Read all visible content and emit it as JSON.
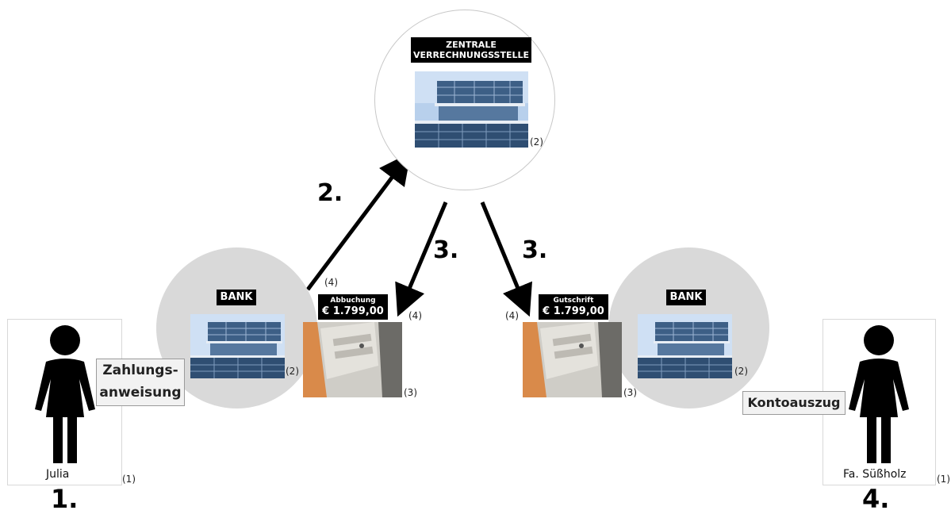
{
  "central": {
    "title": "ZENTRALE\nVERRECHNUNGSSTELLE",
    "ref": "(2)"
  },
  "left_bank": {
    "title": "BANK",
    "ref": "(2)",
    "computer_ref": "(3)",
    "flow_ref": "(4)"
  },
  "right_bank": {
    "title": "BANK",
    "ref": "(2)",
    "computer_ref": "(3)",
    "flow_ref": "(4)"
  },
  "debit": {
    "label": "Abbuchung",
    "amount": "€ 1.799,00",
    "ref": "(4)"
  },
  "credit": {
    "label": "Gutschrift",
    "amount": "€ 1.799,00",
    "ref": "(4)"
  },
  "payer": {
    "name": "Julia",
    "ref": "(1)"
  },
  "payee": {
    "name": "Fa. Süßholz",
    "ref": "(1)"
  },
  "payment_order": {
    "line1": "Zahlungs-",
    "line2": "anweisung"
  },
  "statement": {
    "label": "Kontoauszug"
  },
  "steps": {
    "s1": "1.",
    "s2": "2.",
    "s3_left": "3.",
    "s3_right": "3.",
    "s4": "4."
  },
  "colors": {
    "circle_gray": "#d9d9d9",
    "label_black": "#000000",
    "arrow": "#000000",
    "sky": "#a9c7e8",
    "glass": "#3d5f86"
  }
}
